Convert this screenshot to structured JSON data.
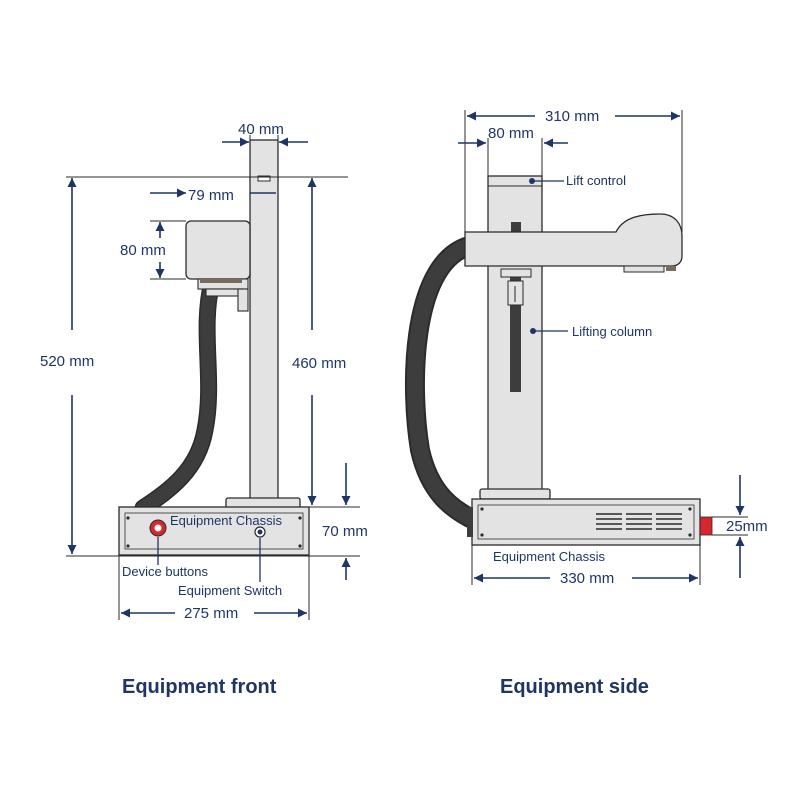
{
  "front": {
    "caption": "Equipment front",
    "dims": {
      "column_width": "40 mm",
      "head_depth": "79 mm",
      "head_height": "80 mm",
      "total_height": "520 mm",
      "column_height": "460 mm",
      "chassis_height": "70 mm",
      "chassis_width": "275 mm"
    },
    "labels": {
      "chassis": "Equipment Chassis",
      "buttons": "Device buttons",
      "switch": "Equipment Switch"
    }
  },
  "side": {
    "caption": "Equipment side",
    "dims": {
      "arm_width": "310 mm",
      "column_width": "80 mm",
      "foot_height": "25mm",
      "chassis_width": "330 mm"
    },
    "labels": {
      "lift_control": "Lift control",
      "lifting_column": "Lifting column",
      "chassis": "Equipment Chassis"
    }
  },
  "colors": {
    "outline": "#2b2b2b",
    "machine_fill": "#e3e3e3",
    "hose": "#3a3a3a",
    "dim_line": "#1f3566",
    "accent_red": "#d8262e"
  }
}
